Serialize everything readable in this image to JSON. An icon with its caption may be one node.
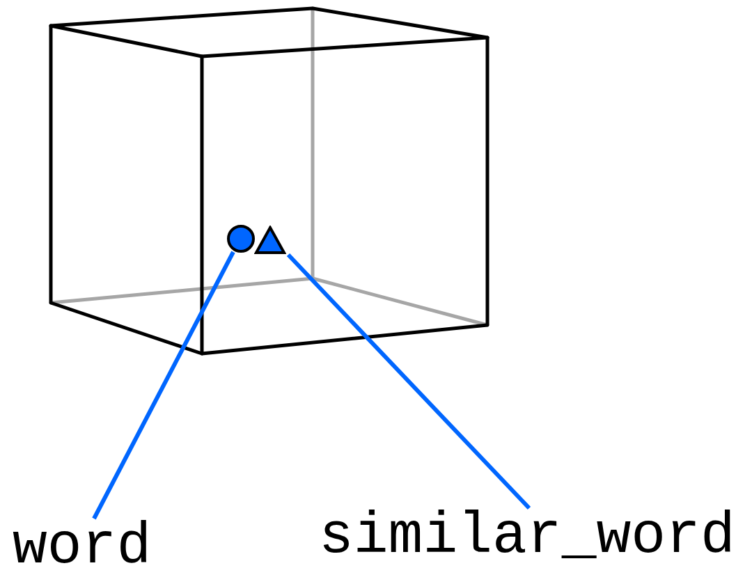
{
  "diagram": {
    "nodes": [
      {
        "text": [],
        "shape": "circle"
      },
      {
        "text": [],
        "shape": "triangle"
      },
      {
        "text": [
          "word"
        ]
      },
      {
        "text": [
          "similar_word"
        ]
      }
    ],
    "edges": [
      {
        "from": 2,
        "to": 0,
        "arrow": "none"
      },
      {
        "from": 3,
        "to": 1,
        "arrow": "none"
      }
    ]
  }
}
